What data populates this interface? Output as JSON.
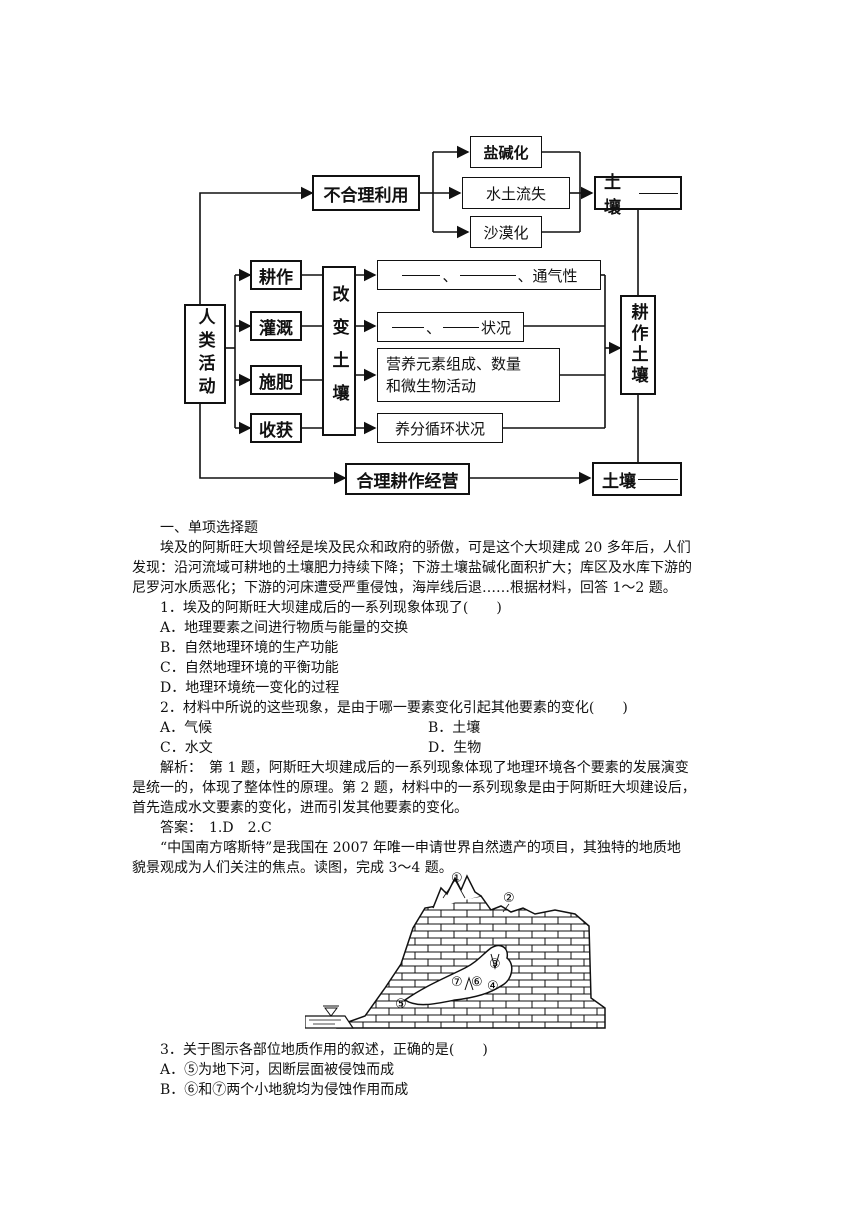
{
  "diagram": {
    "human": "人类活动",
    "misuse": "不合理利用",
    "salin": "盐碱化",
    "erosion": "水土流失",
    "desert": "沙漠化",
    "soil_top": "土壤",
    "tillage": "耕作",
    "irrigation": "灌溉",
    "fertilize": "施肥",
    "harvest": "收获",
    "modify": "改变土壤",
    "r1_sep1": "、",
    "r1_suffix": "、通气性",
    "r2_sep": "、",
    "r2_suffix": "状况",
    "r3_line1": "营养元素组成、数量",
    "r3_line2": "和微生物活动",
    "r4": "养分循环状况",
    "arable_soil": "耕作土壤",
    "rational": "合理耕作经营",
    "soil_bottom": "土壤"
  },
  "document": {
    "section": "一、单项选择题",
    "p1": [
      "埃及的阿斯旺大坝曾经是埃及民众和政府的骄傲，可是这个大坝建成 20 多年后，人们",
      "发现：沿河流域可耕地的土壤肥力持续下降；下游土壤盐碱化面积扩大；库区及水库下游的",
      "尼罗河水质恶化；下游的河床遭受严重侵蚀，海岸线后退……根据材料，回答 1～2 题。"
    ],
    "q1": "1．埃及的阿斯旺大坝建成后的一系列现象体现了(　　)",
    "q1_options": [
      "A．地理要素之间进行物质与能量的交换",
      "B．自然地理环境的生产功能",
      "C．自然地理环境的平衡功能",
      "D．地理环境统一变化的过程"
    ],
    "q2": "2．材料中所说的这些现象，是由于哪一要素变化引起其他要素的变化(　　)",
    "q2_a": "A．气候",
    "q2_b": "B．土壤",
    "q2_c": "C．水文",
    "q2_d": "D．生物",
    "analysis": [
      "解析：　第 1 题，阿斯旺大坝建成后的一系列现象体现了地理环境各个要素的发展演变",
      "是统一的，体现了整体性的原理。第 2 题，材料中的一系列现象是由于阿斯旺大坝建设后，",
      "首先造成水文要素的变化，进而引发其他要素的变化。"
    ],
    "answer": "答案：　1.D　2.C",
    "p2": [
      "“中国南方喀斯特”是我国在 2007 年唯一申请世界自然遗产的项目，其独特的地质地",
      "貌景观成为人们关注的焦点。读图，完成 3～4 题。"
    ],
    "q3": "3．关于图示各部位地质作用的叙述，正确的是(　　)",
    "q3_options": [
      "A．⑤为地下河，因断层面被侵蚀而成",
      "B．⑥和⑦两个小地貌均为侵蚀作用而成"
    ]
  },
  "cave_labels": [
    "①",
    "②",
    "③",
    "④",
    "⑤",
    "⑥",
    "⑦"
  ]
}
